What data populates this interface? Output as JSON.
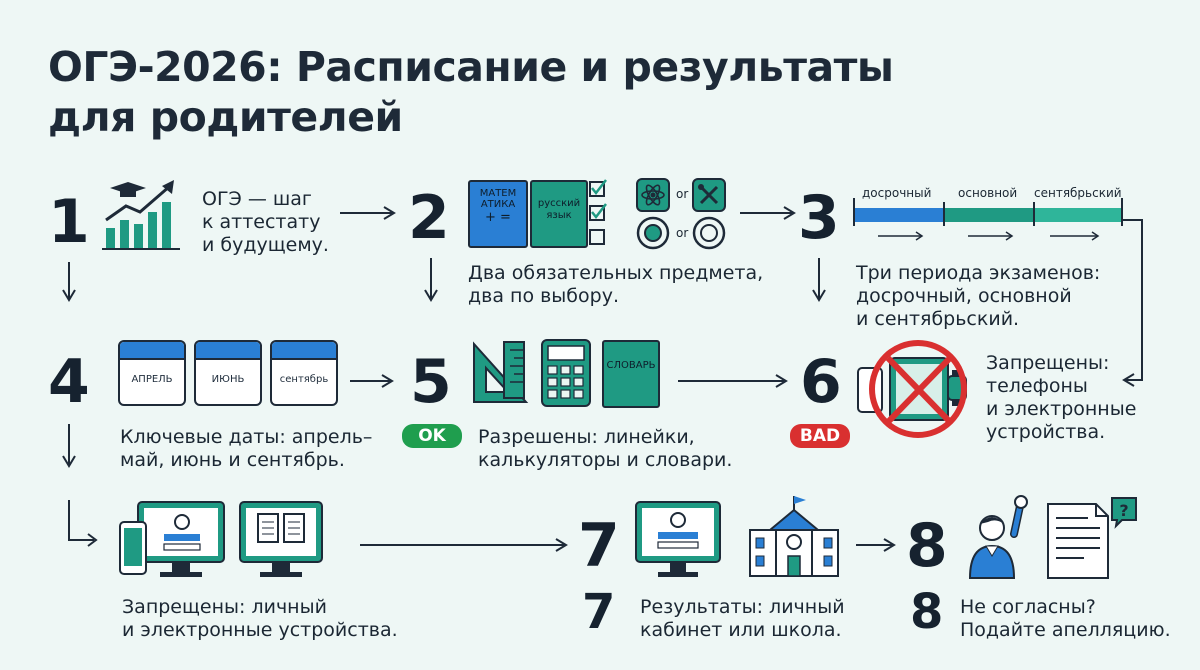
{
  "title": [
    "ОГЭ-2026: Расписание и результаты",
    "для родителей"
  ],
  "steps": [
    {
      "num": "1",
      "lines": [
        "ОГЭ — шаг",
        "к аттестату",
        "и будущему."
      ]
    },
    {
      "num": "2",
      "lines": [
        "Два обязательных предмета,",
        "два по выбору."
      ]
    },
    {
      "num": "3",
      "lines": [
        "Три периода экзаменов:",
        "досрочный, основной",
        "и сентябрьский."
      ]
    },
    {
      "num": "4",
      "lines": [
        "Ключевые даты: апрель–",
        "май, июнь и сентябрь."
      ]
    },
    {
      "num": "5",
      "lines": [
        "Разрешены: линейки,",
        "калькуляторы и словари."
      ]
    },
    {
      "num": "6",
      "lines": [
        "Запрещены:",
        "телефоны",
        "и электронные",
        "устройства."
      ]
    },
    {
      "extra_lines": [
        "Запрещены: личный",
        "и  электронные устройства."
      ]
    },
    {
      "num": "7",
      "lines": [
        "Результаты: личный",
        "кабинет или школа."
      ]
    },
    {
      "num": "8",
      "lines": [
        "Не согласны?",
        "Подайте апелляцию."
      ]
    }
  ],
  "books": {
    "math": [
      "МАТЕМ",
      "АТИКА",
      "+ ="
    ],
    "russian": [
      "русский",
      "язык"
    ]
  },
  "or_label": "or",
  "timeline": {
    "labels": [
      "досрочный",
      "основной",
      "сентябрьский"
    ]
  },
  "calendars": [
    "АПРЕЛЬ",
    "ИЮНЬ",
    "сентябрь"
  ],
  "dictionary": "СЛОВАРЬ",
  "badges": {
    "ok": "OK",
    "bad": "BAD"
  },
  "colors": {
    "teal": "#1f9a83",
    "green": "#1f9e4e",
    "red": "#d93030",
    "blue": "#2a7fd4",
    "dark": "#1e2a38"
  }
}
